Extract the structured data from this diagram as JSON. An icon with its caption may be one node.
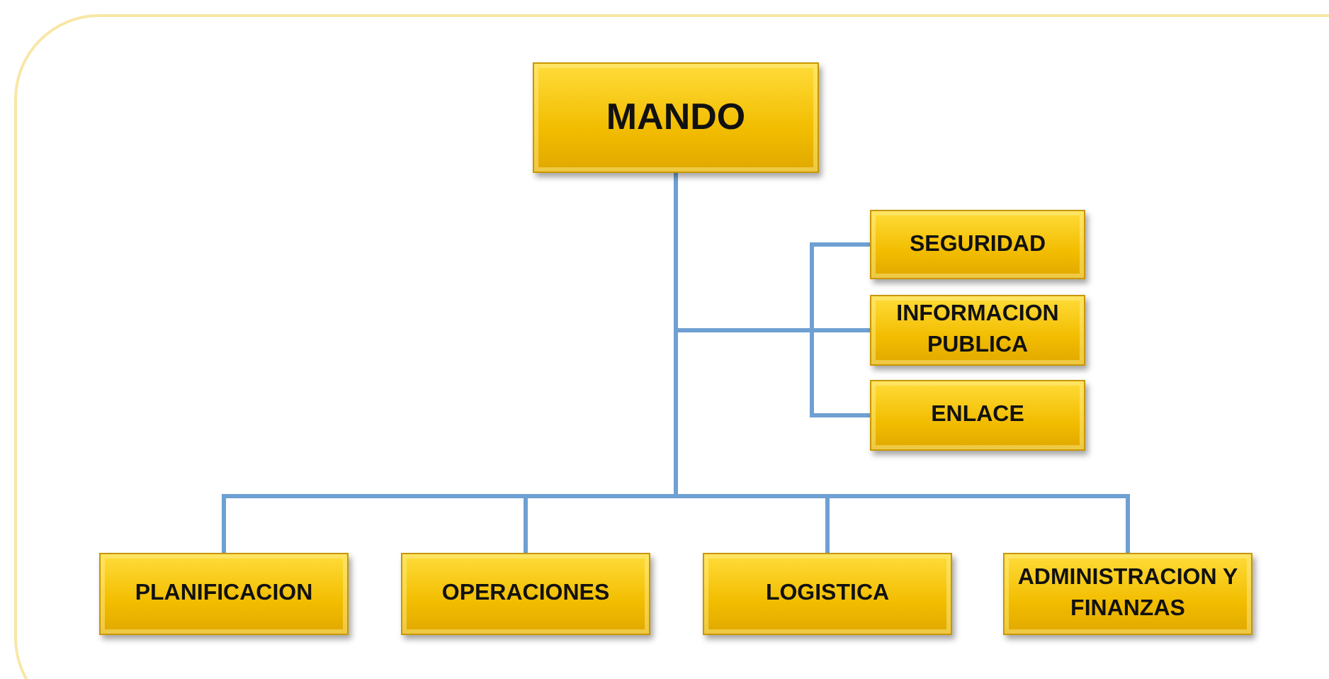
{
  "diagram": {
    "nodes": [
      {
        "text": [
          "MANDO"
        ]
      },
      {
        "text": [
          "SEGURIDAD"
        ]
      },
      {
        "text": [
          "INFORMACION PUBLICA"
        ]
      },
      {
        "text": [
          "ENLACE"
        ]
      },
      {
        "text": [
          "PLANIFICACION"
        ]
      },
      {
        "text": [
          "OPERACIONES"
        ]
      },
      {
        "text": [
          "LOGISTICA"
        ]
      },
      {
        "text": [
          "ADMINISTRACION Y FINANZAS"
        ]
      }
    ],
    "edges": [
      {
        "from": 0,
        "to": 1,
        "arrow": "none"
      },
      {
        "from": 0,
        "to": 2,
        "arrow": "none"
      },
      {
        "from": 0,
        "to": 3,
        "arrow": "none"
      },
      {
        "from": 0,
        "to": 4,
        "arrow": "none"
      },
      {
        "from": 0,
        "to": 5,
        "arrow": "none"
      },
      {
        "from": 0,
        "to": 6,
        "arrow": "none"
      },
      {
        "from": 0,
        "to": 7,
        "arrow": "none"
      }
    ]
  }
}
